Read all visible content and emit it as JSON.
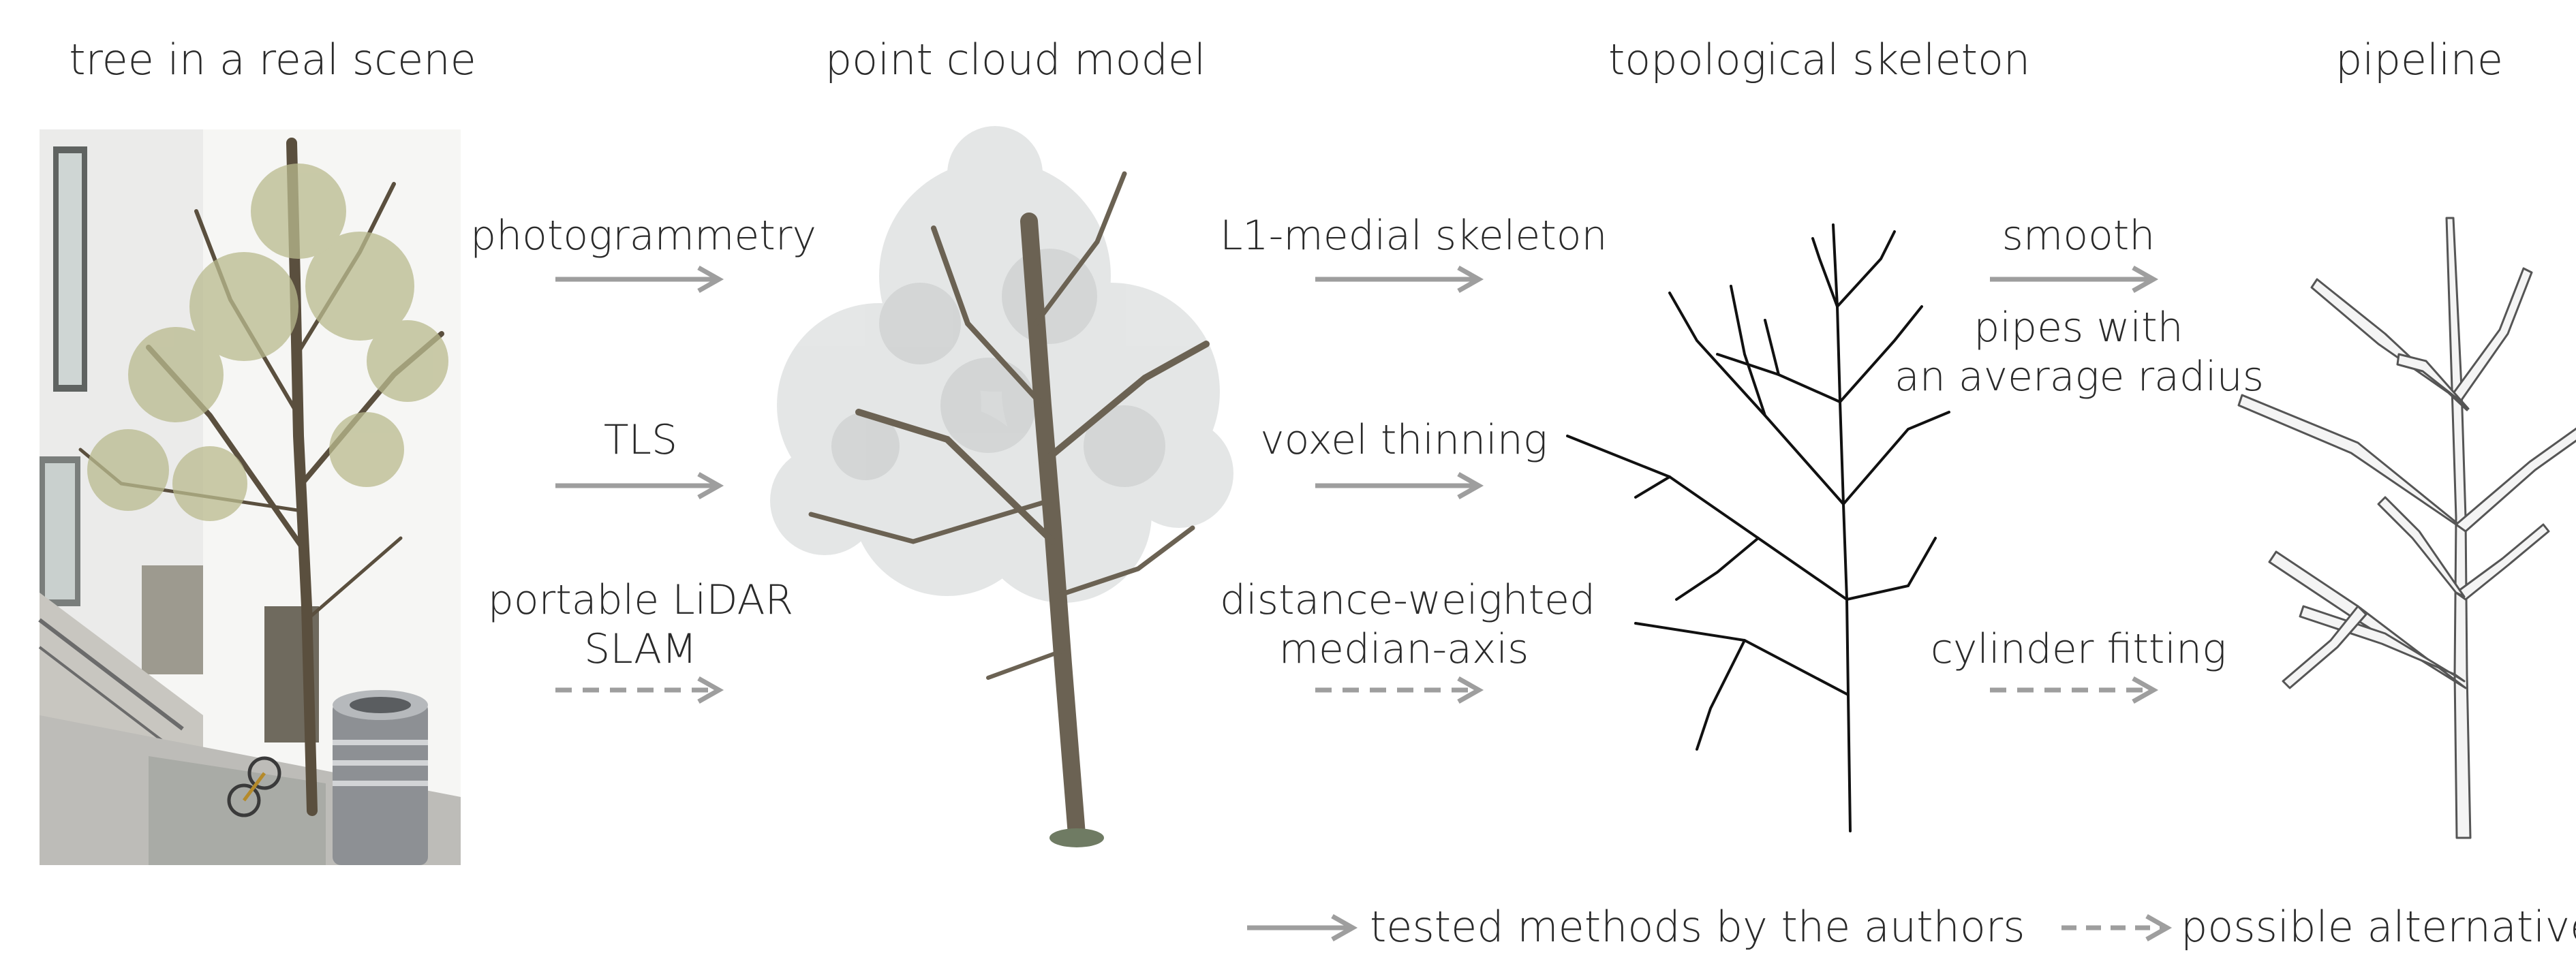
{
  "headers": {
    "scene": "tree in a real scene",
    "point_cloud": "point cloud model",
    "skeleton": "topological skeleton",
    "pipeline": "pipeline"
  },
  "acquisition_methods": [
    {
      "label": "photogrammetry",
      "style": "solid"
    },
    {
      "label": "TLS",
      "style": "solid"
    },
    {
      "label_line1": "portable LiDAR",
      "label_line2": "SLAM",
      "style": "dashed"
    }
  ],
  "skeleton_methods": [
    {
      "label": "L1-medial skeleton",
      "style": "solid"
    },
    {
      "label": "voxel thinning",
      "style": "solid"
    },
    {
      "label_line1": "distance-weighted",
      "label_line2": "median-axis",
      "style": "dashed"
    }
  ],
  "pipeline_methods": [
    {
      "label": "smooth",
      "note_line1": "pipes with",
      "note_line2": "an average radius",
      "style": "solid"
    },
    {
      "label": "cylinder fitting",
      "style": "dashed"
    }
  ],
  "legend": {
    "solid_label": "tested methods by the authors",
    "dashed_label": "possible alternatives"
  },
  "colors": {
    "arrow": "#9e9e9e",
    "text": "#2a2a2a",
    "skeleton_line": "#111111",
    "pipe_outline": "#555555"
  }
}
